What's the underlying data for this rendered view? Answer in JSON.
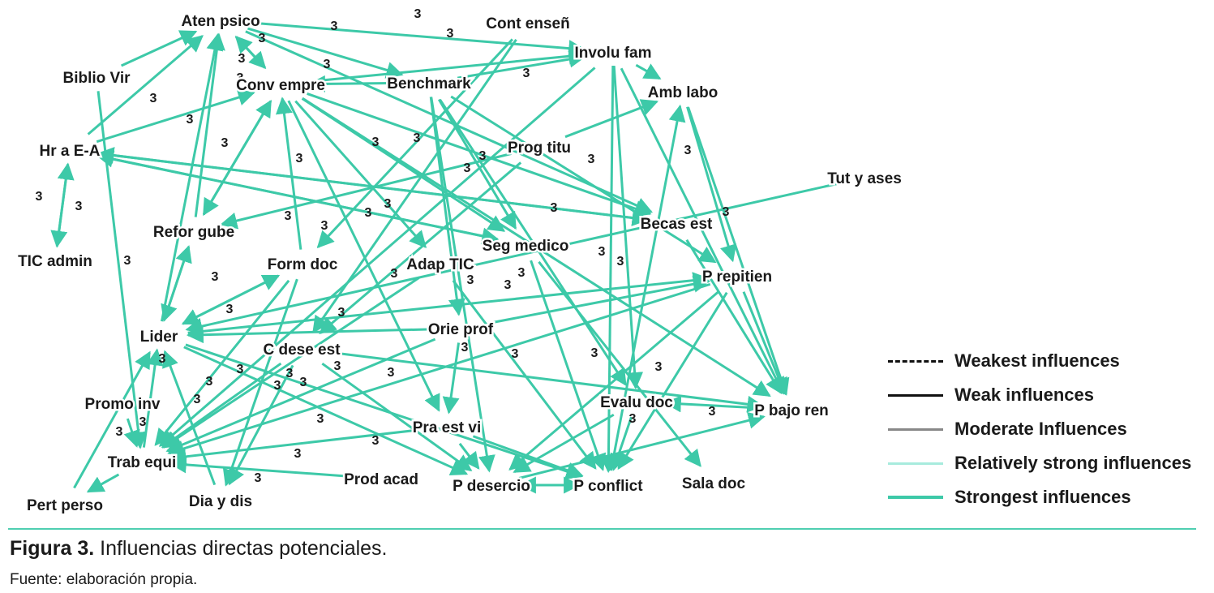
{
  "colors": {
    "edge": "#3dc9a8",
    "legend_weakest": "#111111",
    "legend_weak": "#111111",
    "legend_moderate": "#888888",
    "legend_relatively_strong": "#a8ebdd",
    "legend_strongest": "#3dc9a8"
  },
  "nodes": {
    "aten_psico": "Aten psico",
    "cont_ensen": "Cont enseñ",
    "involu_fam": "Involu fam",
    "biblio_vir": "Biblio Vir",
    "conv_empre": "Conv empre",
    "benchmark": "Benchmark",
    "amb_labo": "Amb labo",
    "hr_a_ea": "Hr a E-A",
    "prog_titu": "Prog titu",
    "tut_y_ases": "Tut y ases",
    "tic_admin": "TIC admin",
    "refor_gube": "Refor gube",
    "becas_est": "Becas est",
    "seg_medico": "Seg medico",
    "form_doc": "Form doc",
    "adap_tic": "Adap TIC",
    "p_repitien": "P repitien",
    "lider": "Lider",
    "orie_prof": "Orie prof",
    "c_dese_est": "C dese est",
    "promo_inv": "Promo inv",
    "evalu_doc": "Evalu doc",
    "p_bajo_ren": "P bajo ren",
    "pra_est_vi": "Pra est vi",
    "trab_equi": "Trab equi",
    "prod_acad": "Prod acad",
    "p_desercio": "P desercio",
    "p_conflict": "P conflict",
    "sala_doc": "Sala doc",
    "pert_perso": "Pert perso",
    "dia_y_dis": "Dia y dis"
  },
  "edges": [
    [
      "aten_psico",
      "involu_fam"
    ],
    [
      "aten_psico",
      "conv_empre"
    ],
    [
      "conv_empre",
      "aten_psico"
    ],
    [
      "aten_psico",
      "benchmark"
    ],
    [
      "aten_psico",
      "becas_est"
    ],
    [
      "hr_a_ea",
      "aten_psico"
    ],
    [
      "biblio_vir",
      "aten_psico"
    ],
    [
      "refor_gube",
      "aten_psico"
    ],
    [
      "lider",
      "aten_psico"
    ],
    [
      "conv_empre",
      "involu_fam"
    ],
    [
      "benchmark",
      "involu_fam"
    ],
    [
      "benchmark",
      "conv_empre"
    ],
    [
      "involu_fam",
      "amb_labo"
    ],
    [
      "involu_fam",
      "evalu_doc"
    ],
    [
      "involu_fam",
      "p_conflict"
    ],
    [
      "involu_fam",
      "trab_equi"
    ],
    [
      "amb_labo",
      "p_repitien"
    ],
    [
      "amb_labo",
      "p_bajo_ren"
    ],
    [
      "involu_fam",
      "p_bajo_ren"
    ],
    [
      "conv_empre",
      "seg_medico"
    ],
    [
      "conv_empre",
      "becas_est"
    ],
    [
      "conv_empre",
      "p_bajo_ren"
    ],
    [
      "conv_empre",
      "pra_est_vi"
    ],
    [
      "conv_empre",
      "adap_tic"
    ],
    [
      "conv_empre",
      "refor_gube"
    ],
    [
      "benchmark",
      "p_desercio"
    ],
    [
      "benchmark",
      "seg_medico"
    ],
    [
      "benchmark",
      "p_repitien"
    ],
    [
      "benchmark",
      "evalu_doc"
    ],
    [
      "benchmark",
      "orie_prof"
    ],
    [
      "cont_ensen",
      "form_doc"
    ],
    [
      "cont_ensen",
      "c_dese_est"
    ],
    [
      "hr_a_ea",
      "becas_est"
    ],
    [
      "hr_a_ea",
      "seg_medico"
    ],
    [
      "hr_a_ea",
      "tic_admin"
    ],
    [
      "tic_admin",
      "hr_a_ea"
    ],
    [
      "hr_a_ea",
      "conv_empre"
    ],
    [
      "becas_est",
      "hr_a_ea"
    ],
    [
      "seg_medico",
      "hr_a_ea"
    ],
    [
      "biblio_vir",
      "trab_equi"
    ],
    [
      "refor_gube",
      "lider"
    ],
    [
      "form_doc",
      "lider"
    ],
    [
      "form_doc",
      "trab_equi"
    ],
    [
      "form_doc",
      "dia_y_dis"
    ],
    [
      "form_doc",
      "conv_empre"
    ],
    [
      "lider",
      "form_doc"
    ],
    [
      "refor_gube",
      "conv_empre"
    ],
    [
      "lider",
      "refor_gube"
    ],
    [
      "tut_y_ases",
      "lider"
    ],
    [
      "prog_titu",
      "amb_labo"
    ],
    [
      "prog_titu",
      "refor_gube"
    ],
    [
      "prog_titu",
      "c_dese_est"
    ],
    [
      "seg_medico",
      "p_conflict"
    ],
    [
      "seg_medico",
      "sala_doc"
    ],
    [
      "adap_tic",
      "p_conflict"
    ],
    [
      "adap_tic",
      "trab_equi"
    ],
    [
      "orie_prof",
      "lider"
    ],
    [
      "orie_prof",
      "trab_equi"
    ],
    [
      "orie_prof",
      "p_repitien"
    ],
    [
      "orie_prof",
      "pra_est_vi"
    ],
    [
      "c_dese_est",
      "p_bajo_ren"
    ],
    [
      "c_dese_est",
      "p_desercio"
    ],
    [
      "c_dese_est",
      "dia_y_dis"
    ],
    [
      "c_dese_est",
      "trab_equi"
    ],
    [
      "lider",
      "p_repitien"
    ],
    [
      "lider",
      "p_desercio"
    ],
    [
      "lider",
      "p_conflict"
    ],
    [
      "p_repitien",
      "p_desercio"
    ],
    [
      "p_repitien",
      "p_conflict"
    ],
    [
      "p_repitien",
      "p_bajo_ren"
    ],
    [
      "p_repitien",
      "trab_equi"
    ],
    [
      "p_bajo_ren",
      "evalu_doc"
    ],
    [
      "evalu_doc",
      "p_desercio"
    ],
    [
      "evalu_doc",
      "p_conflict"
    ],
    [
      "p_desercio",
      "p_conflict"
    ],
    [
      "p_conflict",
      "p_desercio"
    ],
    [
      "p_desercio",
      "p_bajo_ren"
    ],
    [
      "pra_est_vi",
      "p_desercio"
    ],
    [
      "pra_est_vi",
      "trab_equi"
    ],
    [
      "pra_est_vi",
      "p_conflict"
    ],
    [
      "prod_acad",
      "trab_equi"
    ],
    [
      "promo_inv",
      "trab_equi"
    ],
    [
      "trab_equi",
      "pert_perso"
    ],
    [
      "pert_perso",
      "lider"
    ],
    [
      "dia_y_dis",
      "lider"
    ],
    [
      "trab_equi",
      "lider"
    ],
    [
      "p_conflict",
      "amb_labo"
    ],
    [
      "becas_est",
      "p_bajo_ren"
    ]
  ],
  "weights": [
    "3",
    "3",
    "3",
    "3",
    "3",
    "3",
    "3",
    "3",
    "3",
    "3",
    "3",
    "3",
    "3",
    "3",
    "3",
    "3",
    "3",
    "3",
    "3",
    "3",
    "3",
    "3",
    "3",
    "3",
    "3",
    "3",
    "3",
    "3",
    "3",
    "3",
    "3",
    "3",
    "3",
    "3",
    "3",
    "3",
    "3",
    "3",
    "3",
    "3",
    "3",
    "3",
    "3",
    "3",
    "3",
    "3",
    "3",
    "3",
    "3",
    "3",
    "3",
    "3",
    "3",
    "3",
    "3",
    "3",
    "3"
  ],
  "legend": [
    {
      "label": "Weakest influences",
      "style": "dashed",
      "color_key": "legend_weakest"
    },
    {
      "label": "Weak influences",
      "style": "solid",
      "color_key": "legend_weak"
    },
    {
      "label": "Moderate Influences",
      "style": "solid",
      "color_key": "legend_moderate"
    },
    {
      "label": "Relatively strong influences",
      "style": "solid",
      "color_key": "legend_relatively_strong"
    },
    {
      "label": "Strongest influences",
      "style": "solid",
      "color_key": "legend_strongest"
    }
  ],
  "caption": {
    "prefix": "Figura 3.",
    "text": " Influencias directas potenciales.",
    "source": "Fuente: elaboración propia."
  }
}
